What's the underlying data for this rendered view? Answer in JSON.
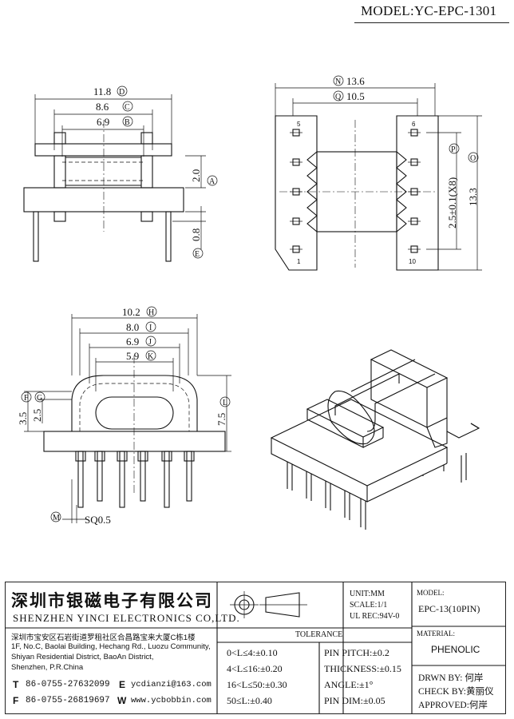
{
  "header": {
    "model_title": "MODEL:YC-EPC-1301"
  },
  "top_left_view": {
    "dims": [
      {
        "value": "11.8",
        "label": "D"
      },
      {
        "value": "8.6",
        "label": "C"
      },
      {
        "value": "6.9",
        "label": "B"
      },
      {
        "value": "2.0",
        "label": "A"
      },
      {
        "value": "0.8",
        "label": "E"
      }
    ]
  },
  "top_right_view": {
    "dims": [
      {
        "value": "13.6",
        "label": "N"
      },
      {
        "value": "10.5",
        "label": "Q"
      },
      {
        "value": "2.5±0.1(X8)",
        "label": "P"
      },
      {
        "value": "13.3",
        "label": "O"
      }
    ],
    "pins": {
      "p5": "5",
      "p6": "6",
      "p1": "1",
      "p10": "10"
    }
  },
  "bottom_left_view": {
    "dims": [
      {
        "value": "10.2",
        "label": "H"
      },
      {
        "value": "8.0",
        "label": "I"
      },
      {
        "value": "6.9",
        "label": "J"
      },
      {
        "value": "5.9",
        "label": "K"
      },
      {
        "value": "3.5",
        "label": "F"
      },
      {
        "value": "2.5",
        "label": "G"
      },
      {
        "value": "7.5",
        "label": "L"
      },
      {
        "value": "SQ0.5",
        "label": "M"
      }
    ]
  },
  "title_block": {
    "company_cn": "深圳市银磁电子有限公司",
    "company_en": "SHENZHEN YINCI ELECTRONICS CO,LTD.",
    "address_cn": "深圳市宝安区石岩街道罗租社区合昌路宝来大厦C栋1楼",
    "address_en_1": "1F, No.C, Baolai Building, Hechang Rd., Luozu Community,",
    "address_en_2": "Shiyan Residential District, BaoAn District,",
    "address_en_3": "Shenzhen, P.R.China",
    "tel_label": "T",
    "tel": "86-0755-27632099",
    "fax_label": "F",
    "fax": "86-0755-26819697",
    "email_label": "E",
    "email": "ycdianzi@163.com",
    "web_label": "W",
    "web": "www.ycbobbin.com",
    "unit": "UNIT:MM",
    "scale": "SCALE:1/1",
    "ul_rec": "UL REC:94V-0",
    "model_label": "MODEL:",
    "model_value": "EPC-13(10PIN)",
    "material_label": "MATERIAL:",
    "material_value": "PHENOLIC",
    "tolerance_title": "TOLERANCE",
    "tol_1": "0<L≤4:±0.10",
    "tol_2": "4<L≤16:±0.20",
    "tol_3": "16<L≤50:±0.30",
    "tol_4": "50≤L:±0.40",
    "pin_pitch": "PIN PITCH:±0.2",
    "thickness": "THICKNESS:±0.15",
    "angle": "ANGLE:±1°",
    "pin_dim": "PIN DIM:±0.05",
    "drawn_by": "DRWN BY: 何岸",
    "check_by": "CHECK BY:黄丽仪",
    "approved": "APPROVED:何岸"
  }
}
